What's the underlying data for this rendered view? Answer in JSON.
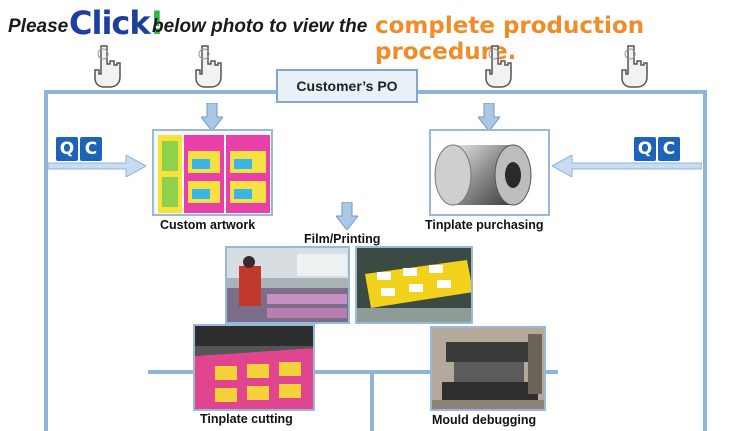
{
  "header": {
    "please": "Please",
    "click": "Click",
    "click_bang": "!",
    "below": "below photo to view the",
    "complete": "complete production procedure."
  },
  "flow": {
    "po_label": "Customer’s PO",
    "qc_left": [
      "Q",
      "C"
    ],
    "qc_right": [
      "Q",
      "C"
    ],
    "steps": {
      "custom_artwork": "Custom artwork",
      "tinplate_purchasing": "Tinplate purchasing",
      "film_printing": "Film/Printing",
      "tinplate_cutting": "Tinplate cutting",
      "mould_debugging": "Mould debugging"
    }
  },
  "colors": {
    "line": "#8fb5d9",
    "accent_orange": "#f08c2a",
    "click_blue": "#1d3f9e",
    "qc_blue": "#1d63b8"
  },
  "icons": [
    "pointing-hand-icon",
    "down-arrow-icon",
    "qc-badge-icon",
    "right-arrow-icon",
    "left-arrow-icon"
  ]
}
